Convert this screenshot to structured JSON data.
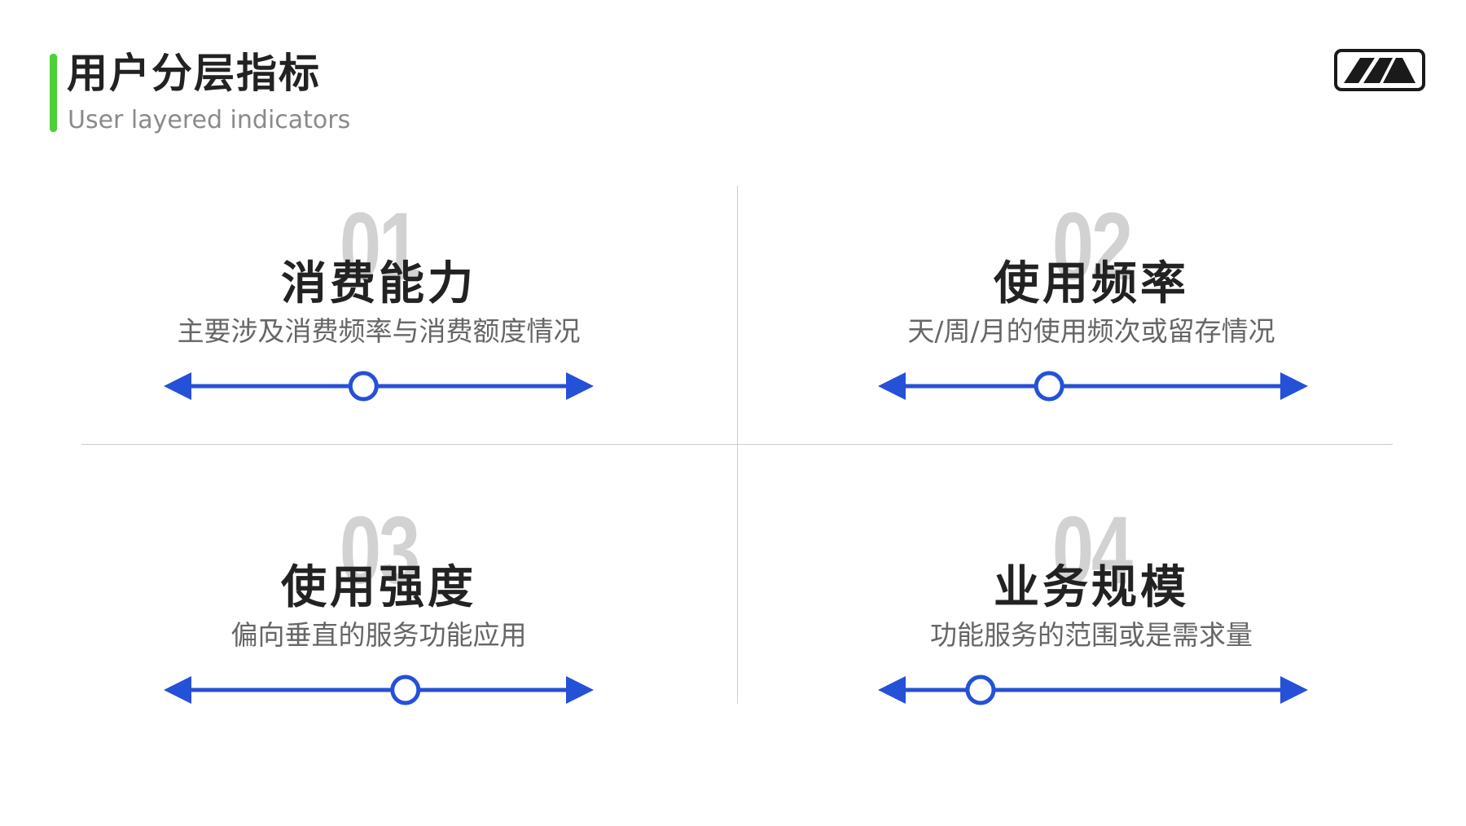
{
  "header": {
    "title": "用户分层指标",
    "subtitle": "User layered indicators",
    "accent_color": "#4cd137"
  },
  "logo": {
    "icon": "mountain-logo-icon"
  },
  "quadrants": [
    {
      "number": "01",
      "title": "消费能力",
      "description": "主要涉及消费频率与消费额度情况",
      "slider_position": 0.46
    },
    {
      "number": "02",
      "title": "使用频率",
      "description": "天/周/月的使用频次或留存情况",
      "slider_position": 0.385
    },
    {
      "number": "03",
      "title": "使用强度",
      "description": "偏向垂直的服务功能应用",
      "slider_position": 0.57
    },
    {
      "number": "04",
      "title": "业务规模",
      "description": "功能服务的范围或是需求量",
      "slider_position": 0.205
    }
  ],
  "colors": {
    "track": "#2550d8",
    "title": "#222222",
    "number": "#d2d2d2",
    "description": "#666666"
  }
}
